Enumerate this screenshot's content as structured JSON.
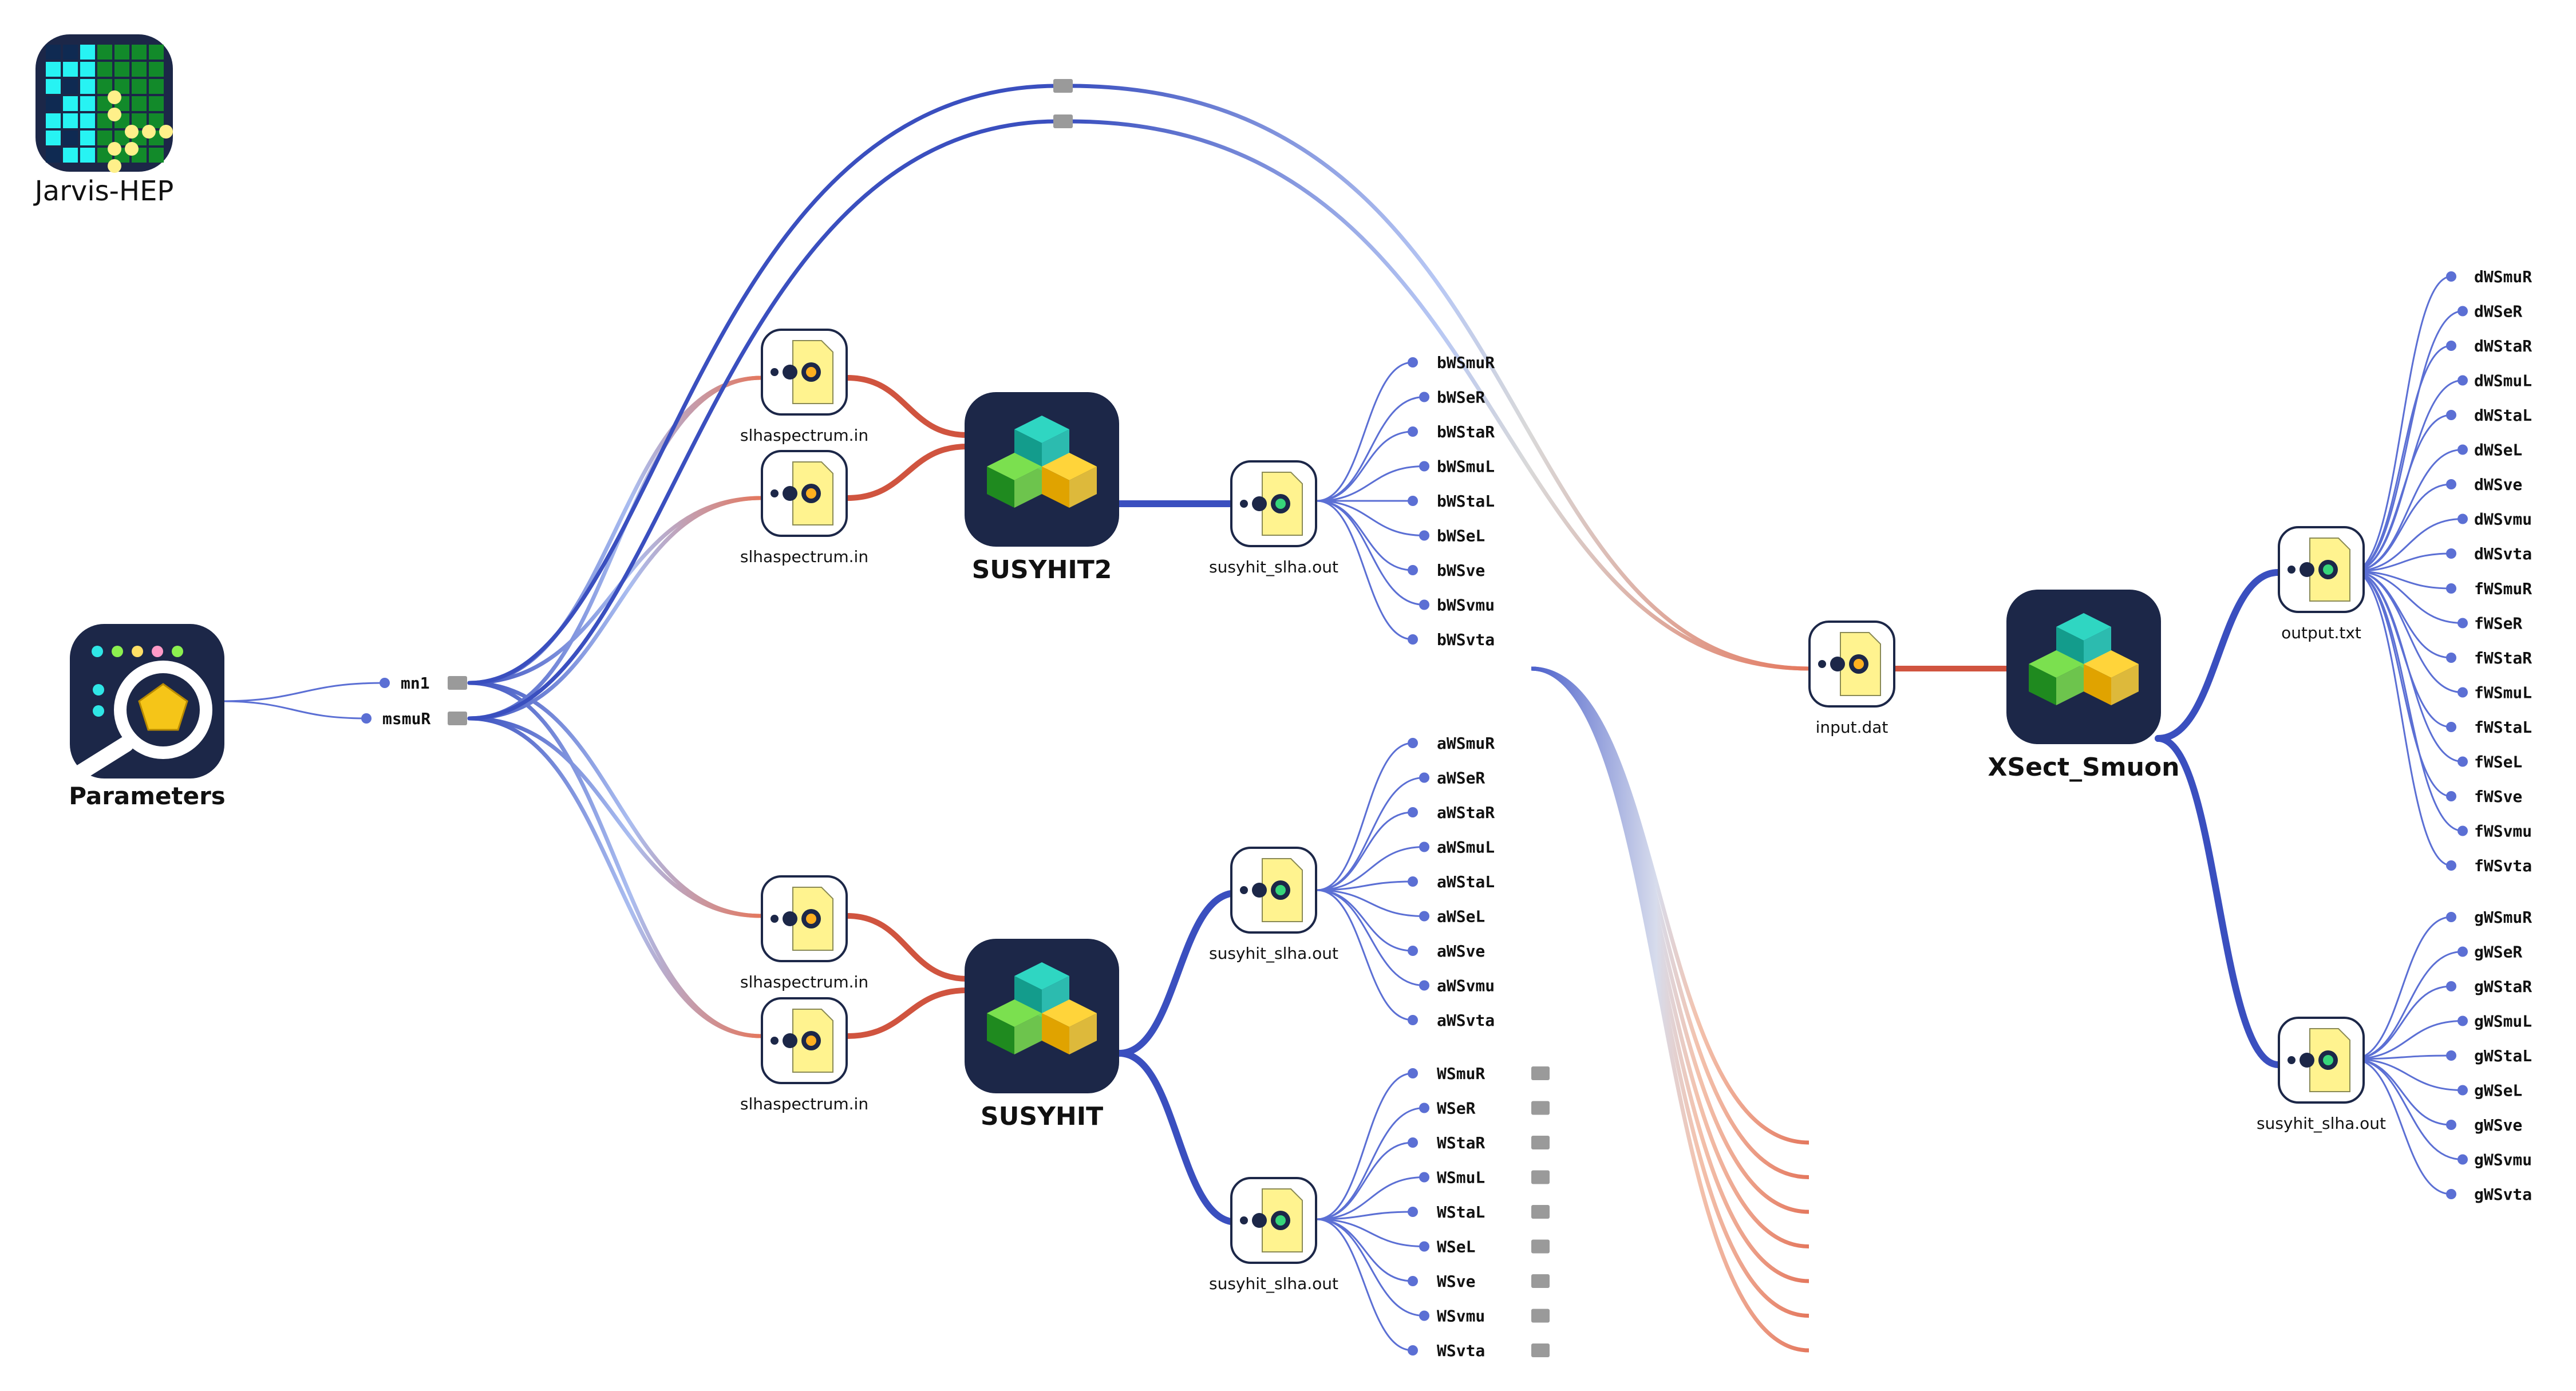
{
  "brand": {
    "name": "Jarvis-HEP"
  },
  "modules": {
    "parameters": "Parameters",
    "susyhit2": "SUSYHIT2",
    "susyhit": "SUSYHIT",
    "xsect": "XSect_Smuon"
  },
  "files": {
    "slha_top1": "slhaspectrum.in",
    "slha_top2": "slhaspectrum.in",
    "slha_bot1": "slhaspectrum.in",
    "slha_bot2": "slhaspectrum.in",
    "out_b": "susyhit_slha.out",
    "out_a": "susyhit_slha.out",
    "out_w": "susyhit_slha.out",
    "input": "input.dat",
    "output": "output.txt",
    "out_g": "susyhit_slha.out"
  },
  "params": [
    "mn1",
    "msmuR"
  ],
  "outputs": {
    "b": [
      "bWSmuR",
      "bWSeR",
      "bWStaR",
      "bWSmuL",
      "bWStaL",
      "bWSeL",
      "bWSve",
      "bWSvmu",
      "bWSvta"
    ],
    "a": [
      "aWSmuR",
      "aWSeR",
      "aWStaR",
      "aWSmuL",
      "aWStaL",
      "aWSeL",
      "aWSve",
      "aWSvmu",
      "aWSvta"
    ],
    "w": [
      "WSmuR",
      "WSeR",
      "WStaR",
      "WSmuL",
      "WStaL",
      "WSeL",
      "WSve",
      "WSvmu",
      "WSvta"
    ],
    "d": [
      "dWSmuR",
      "dWSeR",
      "dWStaR",
      "dWSmuL",
      "dWStaL",
      "dWSeL",
      "dWSve",
      "dWSvmu",
      "dWSvta"
    ],
    "f": [
      "fWSmuR",
      "fWSeR",
      "fWStaR",
      "fWSmuL",
      "fWStaL",
      "fWSeL",
      "fWSve",
      "fWSvmu",
      "fWSvta"
    ],
    "g": [
      "gWSmuR",
      "gWSeR",
      "gWStaR",
      "gWSmuL",
      "gWStaL",
      "gWSeL",
      "gWSve",
      "gWSvmu",
      "gWSvta"
    ]
  },
  "colors": {
    "node_dark": "#1c2748",
    "flow_blue": "#3a4fbf",
    "flow_red": "#d0543f",
    "thin_blue": "#5b6fd4",
    "file_yellow": "#fff38f",
    "cube_teal": "#2fd6c2",
    "cube_green": "#7be04f",
    "cube_yellow": "#ffd43a",
    "connector_gray": "#9a9a9a"
  },
  "icons": {
    "logo": "jarvis-grid-logo-icon",
    "parameters": "magnifier-dodecahedron-icon",
    "module": "stacked-cubes-icon",
    "file": "document-arrow-icon"
  }
}
